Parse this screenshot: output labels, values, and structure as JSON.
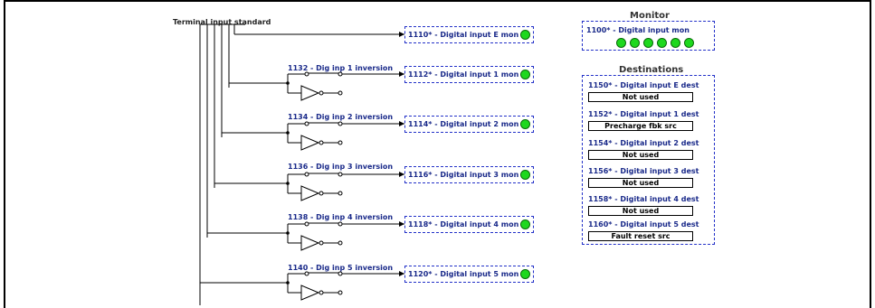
{
  "diagram": {
    "terminal_label": "Terminal input standard",
    "inversions": [
      "1132 - Dig inp 1 inversion",
      "1134 - Dig inp 2 inversion",
      "1136 - Dig inp 3 inversion",
      "1138 - Dig inp 4 inversion",
      "1140 - Dig inp 5 inversion"
    ],
    "monitors": [
      {
        "label": "1110* - Digital input E mon",
        "state": "on"
      },
      {
        "label": "1112* - Digital input 1 mon",
        "state": "on"
      },
      {
        "label": "1114* - Digital input 2 mon",
        "state": "on"
      },
      {
        "label": "1116* - Digital input 3 mon",
        "state": "on"
      },
      {
        "label": "1118* - Digital input 4 mon",
        "state": "on"
      },
      {
        "label": "1120* - Digital input 5 mon",
        "state": "on"
      }
    ]
  },
  "monitor_panel": {
    "title": "Monitor",
    "label": "1100* - Digital input mon",
    "led_count": 6
  },
  "destinations": {
    "title": "Destinations",
    "items": [
      {
        "label": "1150* - Digital input E dest",
        "value": "Not used"
      },
      {
        "label": "1152* - Digital input 1 dest",
        "value": "Precharge fbk src"
      },
      {
        "label": "1154* - Digital input 2 dest",
        "value": "Not used"
      },
      {
        "label": "1156* - Digital input 3 dest",
        "value": "Not used"
      },
      {
        "label": "1158* - Digital input 4 dest",
        "value": "Not used"
      },
      {
        "label": "1160* - Digital input 5 dest",
        "value": "Fault reset src"
      }
    ]
  },
  "colors": {
    "led_on": "#1ed81e",
    "box_border": "#2230c8",
    "label_blue": "#1a2a8a",
    "wire": "#000000"
  }
}
